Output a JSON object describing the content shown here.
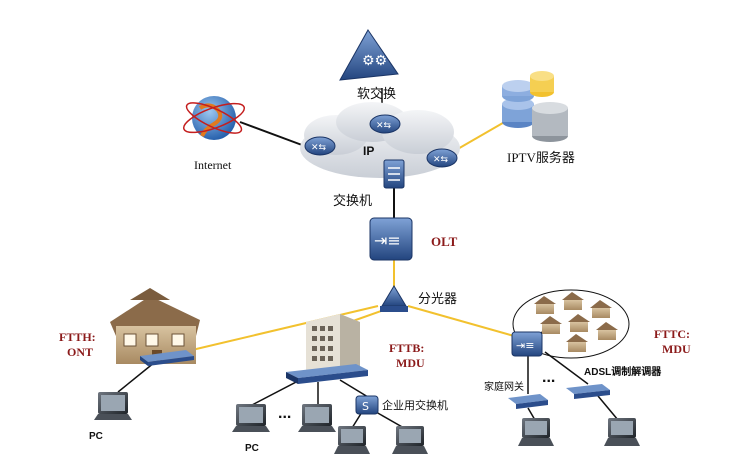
{
  "labels": {
    "softswitch": "软交换",
    "internet": "Internet",
    "ip": "IP",
    "iptv_server": "IPTV服务器",
    "switch": "交换机",
    "olt": "OLT",
    "splitter": "分光器",
    "ftth": "FTTH:",
    "ont": "ONT",
    "fttb": "FTTB:",
    "mdu_b": "MDU",
    "fttc": "FTTC:",
    "mdu_c": "MDU",
    "enterprise_switch": "企业用交换机",
    "home_gateway": "家庭网关",
    "adsl_modem": "ADSL调制解调器",
    "pc_left": "PC",
    "pc_mid": "PC",
    "dots": "..."
  },
  "colors": {
    "fiber": "#f2c12e",
    "copper": "#111111",
    "device": "#2b4d8c",
    "device_light": "#6f93c9",
    "cloud": "#e3e6ea",
    "accent_red": "#8b1a1a"
  }
}
